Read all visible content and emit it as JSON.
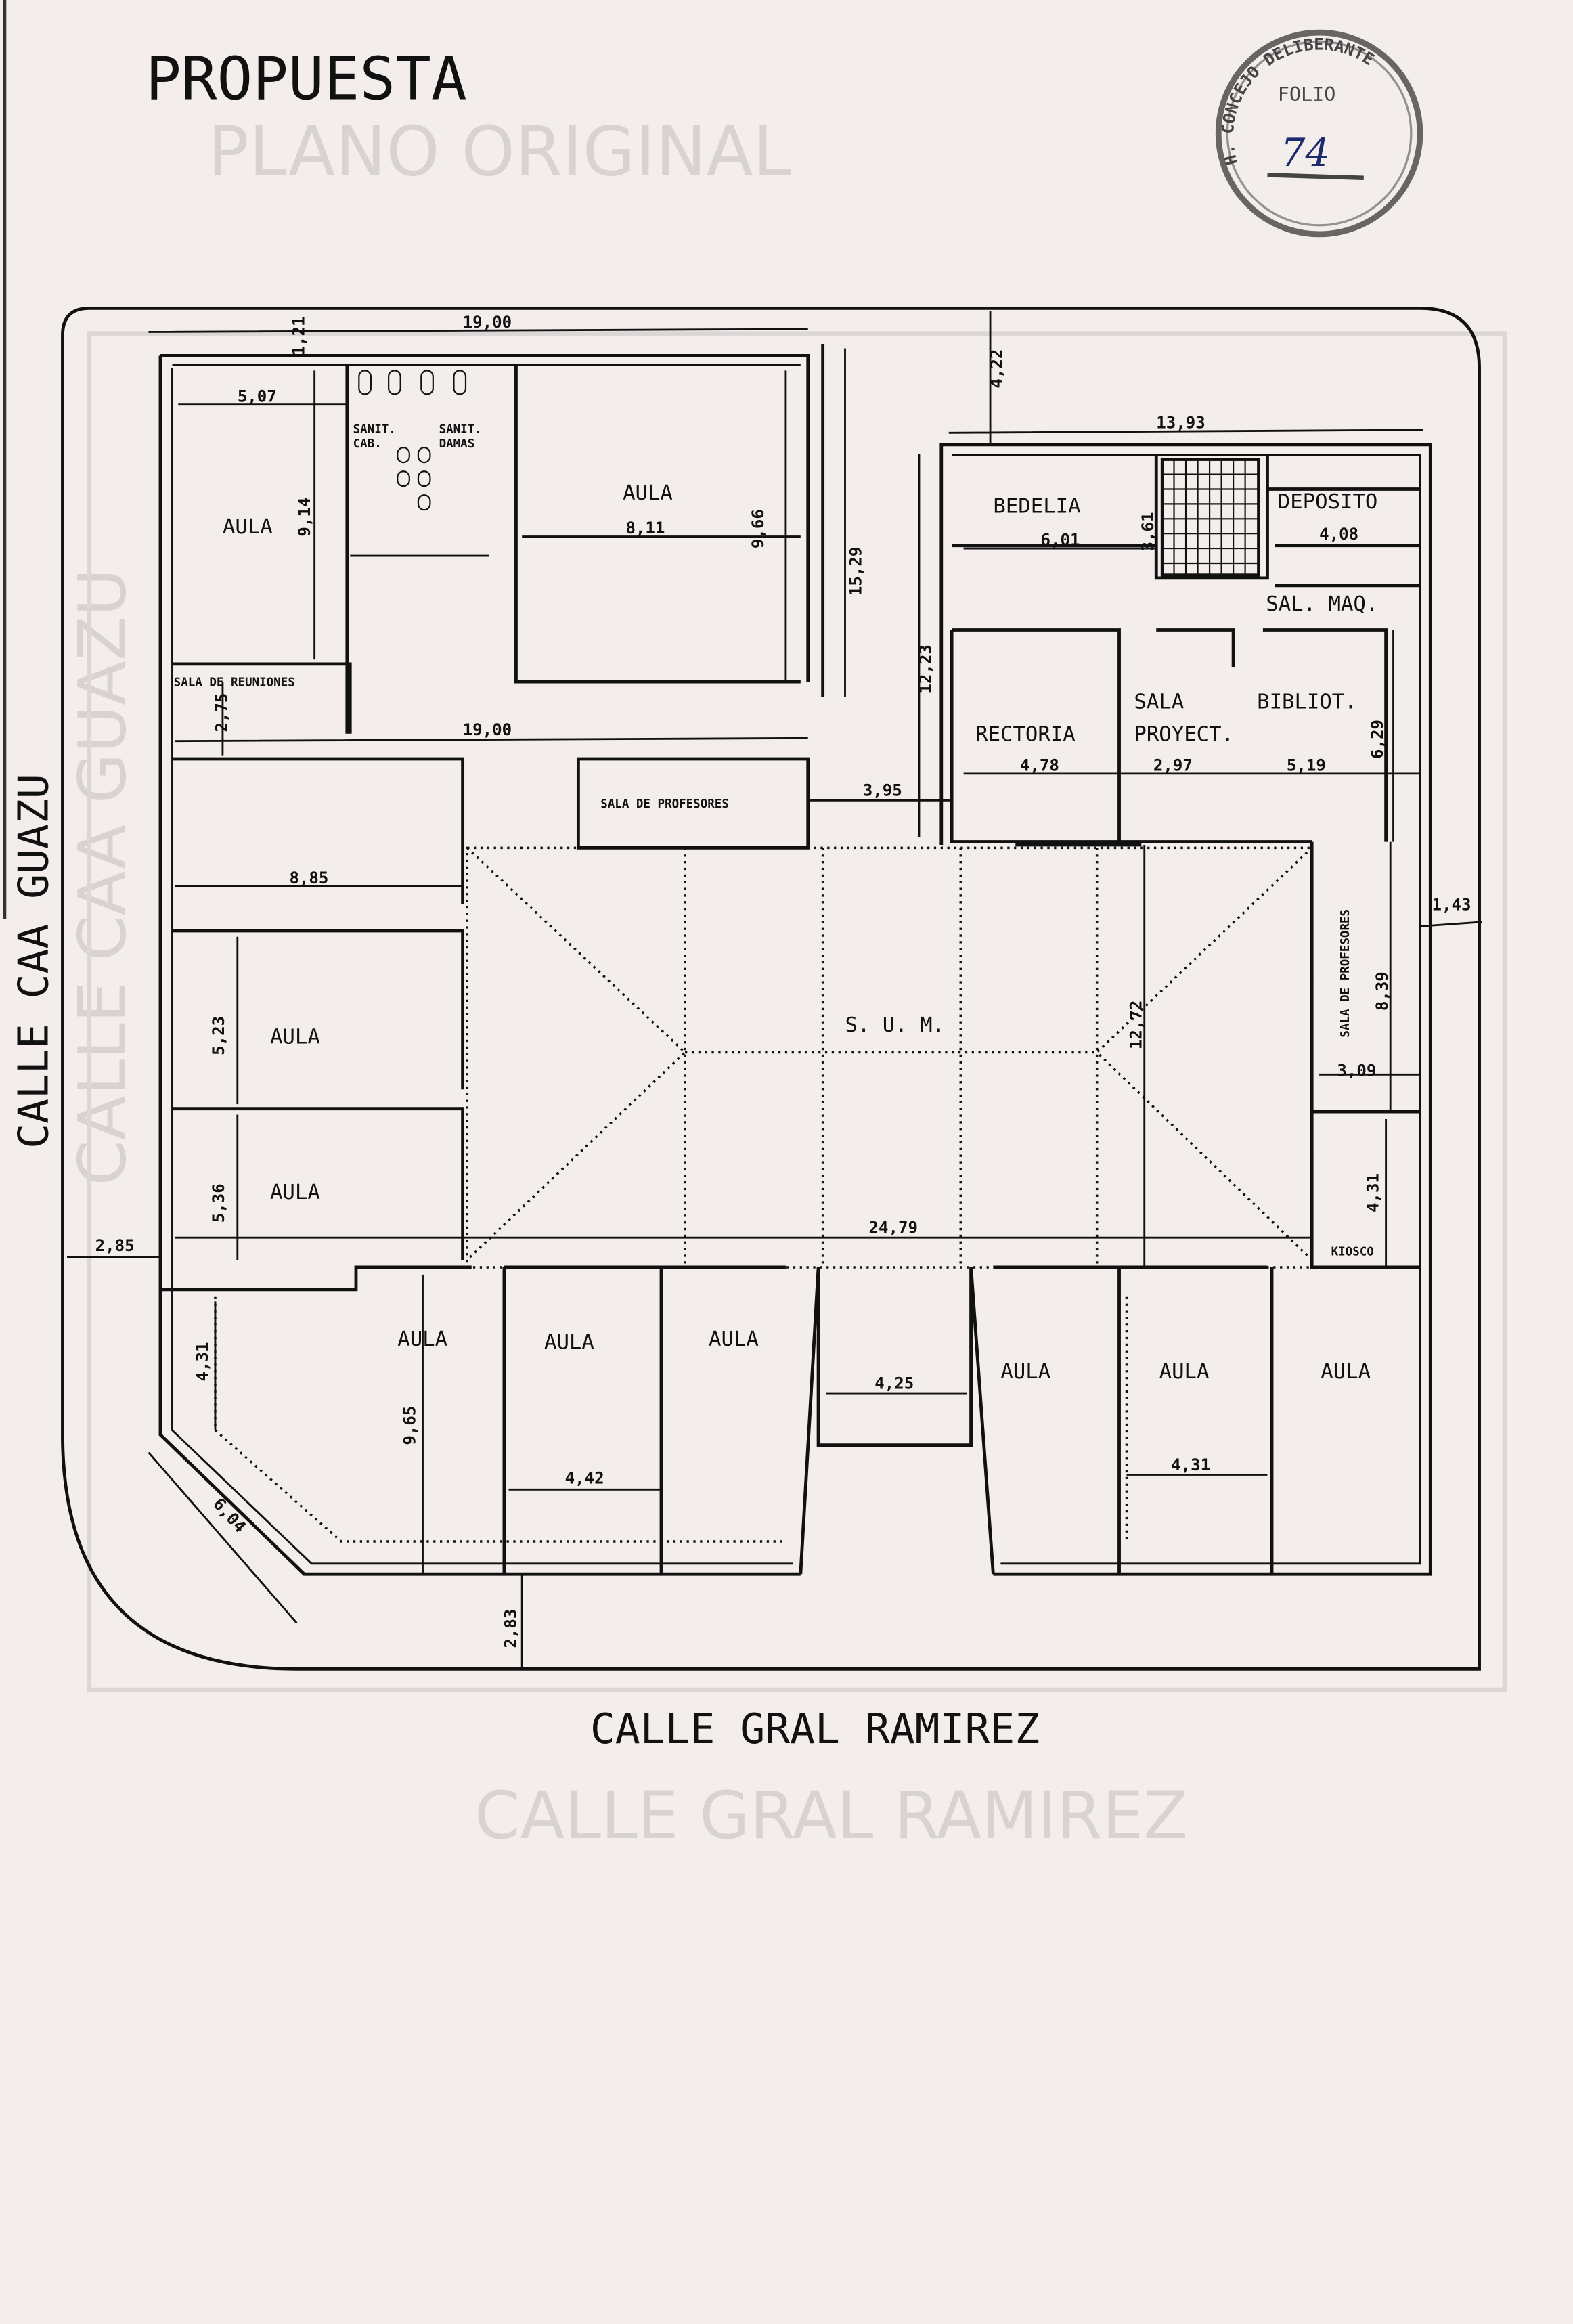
{
  "header": {
    "title": "PROPUESTA",
    "ghost_title": "PLANO ORIGINAL"
  },
  "stamp": {
    "text": "H. CONCEJO DELIBERANTE",
    "label": "FOLIO",
    "number": "74"
  },
  "streets": {
    "bottom": "CALLE GRAL RAMIREZ",
    "left": "CALLE CAA GUAZU",
    "ghost_bottom": "CALLE GRAL RAMIREZ",
    "ghost_left": "CALLE CAA GUAZU"
  },
  "rooms": {
    "aula_nw": "AULA",
    "sanit_cab_1": "SANIT.",
    "sanit_cab_2": "CAB.",
    "sanit_damas_1": "SANIT.",
    "sanit_damas_2": "DAMAS",
    "aula_n": "AULA",
    "sala_reuniones": "SALA DE REUNIONES",
    "sala_profesores_n": "SALA DE PROFESORES",
    "bedelia": "BEDELIA",
    "deposito": "DEPOSITO",
    "sal_maq": "SAL. MAQ.",
    "rectoria": "RECTORIA",
    "sala_proyect_1": "SALA",
    "sala_proyect_2": "PROYECT.",
    "bibliot": "BIBLIOT.",
    "sum": "S. U. M.",
    "sala_profesores_e": "SALA DE PROFESORES",
    "kiosco": "KIOSCO",
    "aula_w1": "AULA",
    "aula_w2": "AULA",
    "aula_s1": "AULA",
    "aula_s2": "AULA",
    "aula_s3": "AULA",
    "aula_s4": "AULA",
    "aula_s5": "AULA",
    "aula_s6": "AULA"
  },
  "dimensions": {
    "top_19": "19,00",
    "d121": "1,21",
    "d507": "5,07",
    "d914": "9,14",
    "d811": "8,11",
    "d966": "9,66",
    "d1529": "15,29",
    "d422": "4,22",
    "d1393": "13,93",
    "d601": "6,01",
    "d361": "3,61",
    "d408": "4,08",
    "d1223": "12,23",
    "d275": "2,75",
    "mid_19": "19,00",
    "d395": "3,95",
    "d478": "4,78",
    "d297": "2,97",
    "d519": "5,19",
    "d629": "6,29",
    "d885": "8,85",
    "d143": "1,43",
    "d839": "8,39",
    "d1272": "12,72",
    "d309": "3,09",
    "d523": "5,23",
    "d536": "5,36",
    "d431_k": "4,31",
    "d2479": "24,79",
    "d285": "2,85",
    "d425": "4,25",
    "d442": "4,42",
    "d431_s": "4,31",
    "d965": "9,65",
    "d431_w": "4,31",
    "d604": "6,04",
    "d283": "2,83"
  }
}
